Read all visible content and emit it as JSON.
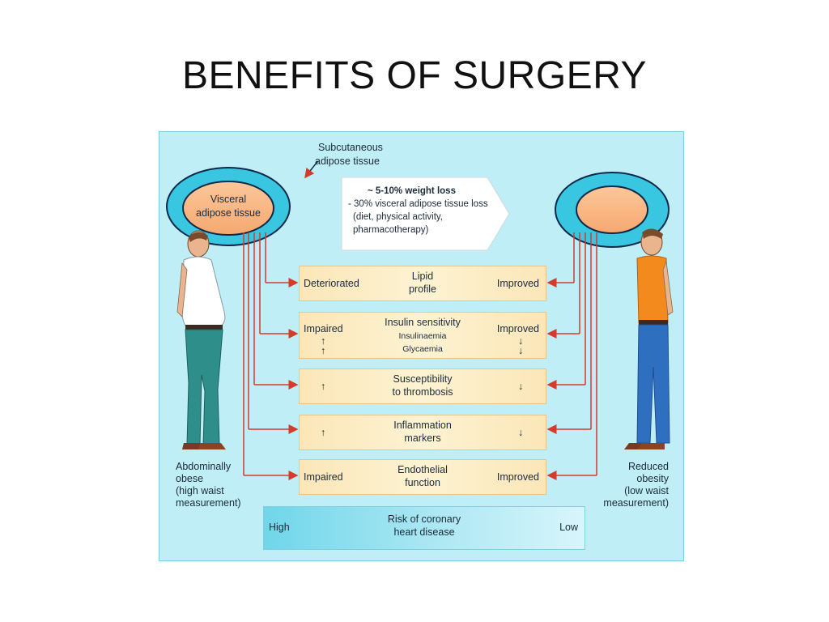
{
  "title": "BENEFITS OF SURGERY",
  "labels": {
    "subcutaneous": "Subcutaneous",
    "adipose_tissue": "adipose tissue",
    "visceral": "Visceral",
    "visceral_adipose": "adipose tissue",
    "left_person": [
      "Abdominally",
      "obese",
      "(high waist",
      "measurement)"
    ],
    "right_person": [
      "Reduced",
      "obesity",
      "(low waist",
      "measurement)"
    ]
  },
  "intervention": {
    "line1": "~ 5-10% weight loss",
    "line2": "- 30% visceral adipose tissue loss",
    "line3": "(diet, physical activity,",
    "line4": "pharmacotherapy)"
  },
  "rows": [
    {
      "left": "Deteriorated",
      "center": [
        "Lipid",
        "profile"
      ],
      "right": "Improved"
    },
    {
      "left": "Impaired",
      "center": [
        "Insulin sensitivity"
      ],
      "sub": [
        "Insulinaemia",
        "Glycaemia"
      ],
      "right": "Improved"
    },
    {
      "left": "",
      "center": [
        "Susceptibility",
        "to thrombosis"
      ],
      "right": ""
    },
    {
      "left": "",
      "center": [
        "Inflammation",
        "markers"
      ],
      "right": ""
    },
    {
      "left": "Impaired",
      "center": [
        "Endothelial",
        "function"
      ],
      "right": "Improved"
    }
  ],
  "risk": {
    "left": "High",
    "center": [
      "Risk of coronary",
      "heart disease"
    ],
    "right": "Low"
  },
  "colors": {
    "accent_red": "#d63a2a",
    "background": "#bfeef6"
  }
}
